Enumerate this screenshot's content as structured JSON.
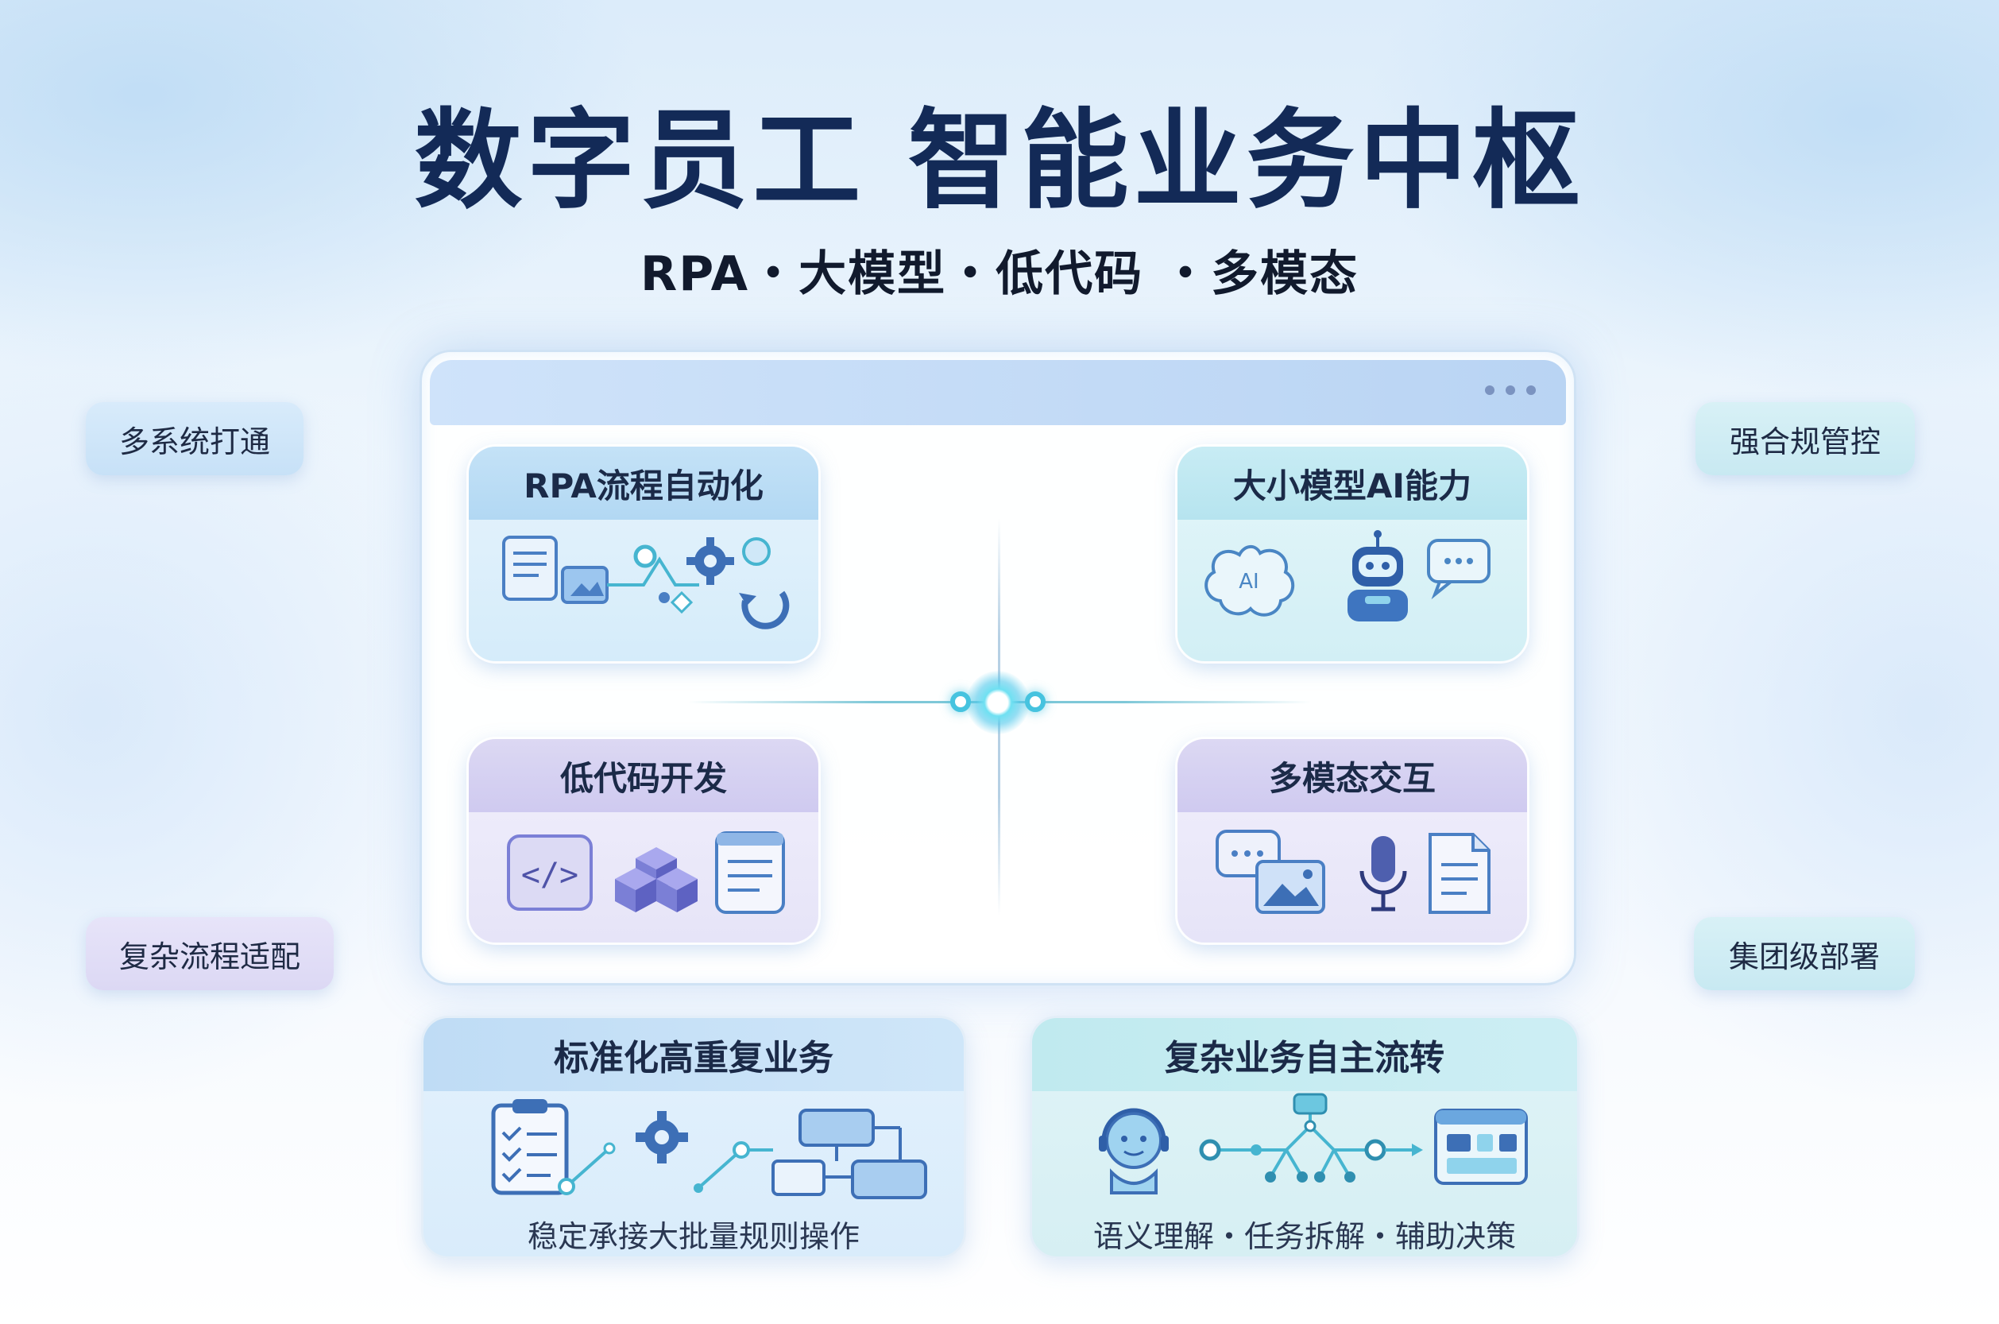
{
  "title": "数字员工 智能业务中枢",
  "subtitle": "RPA・大模型・低代码 ・多模态",
  "side_tags": {
    "top_left": "多系统打通",
    "bottom_left": "复杂流程适配",
    "top_right": "强合规管控",
    "bottom_right": "集团级部署"
  },
  "modules": {
    "rpa": {
      "label": "RPA流程自动化",
      "icons": [
        "document-icon",
        "image-icon",
        "gear-icon",
        "refresh-icon",
        "flow-node-icon"
      ]
    },
    "ai": {
      "label": "大小模型AI能力",
      "icons": [
        "brain-ai-icon",
        "robot-icon",
        "chat-bubble-icon"
      ]
    },
    "lowcode": {
      "label": "低代码开发",
      "icons": [
        "code-icon",
        "cubes-icon",
        "document-icon"
      ]
    },
    "multimodal": {
      "label": "多模态交互",
      "icons": [
        "chat-image-icon",
        "microphone-icon",
        "document-icon"
      ]
    }
  },
  "bottom_cards": {
    "left": {
      "title": "标准化高重复业务",
      "caption": "稳定承接大批量规则操作",
      "icons": [
        "clipboard-checklist-icon",
        "gear-icon",
        "flowchart-icon"
      ]
    },
    "right": {
      "title": "复杂业务自主流转",
      "caption": "语义理解・任务拆解・辅助决策",
      "icons": [
        "headset-agent-icon",
        "tree-flow-icon",
        "dashboard-icon"
      ]
    }
  },
  "colors": {
    "title": "#132a57",
    "accent_cyan": "#46c3df",
    "icon_blue": "#4a7fc4",
    "icon_purple": "#7b7fd6"
  }
}
